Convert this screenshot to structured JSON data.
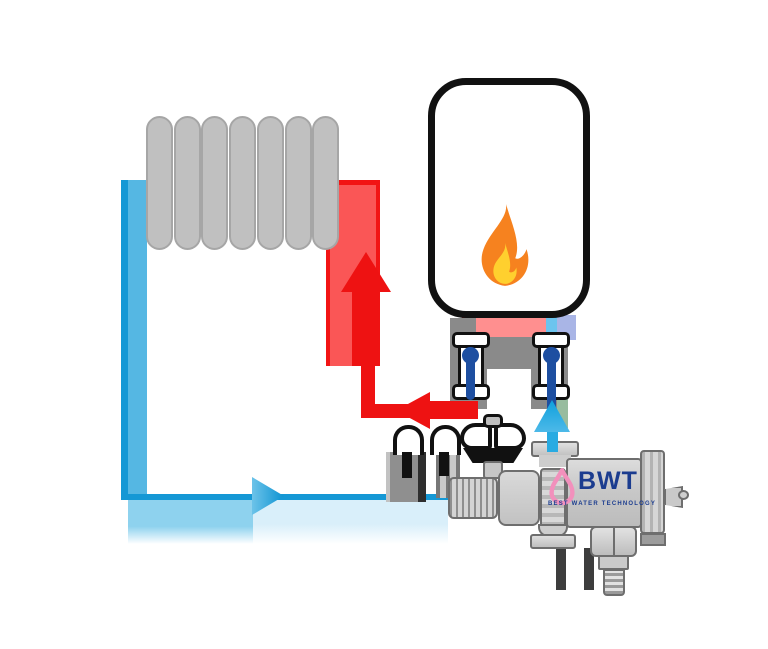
{
  "brand": {
    "name": "BWT",
    "tagline": "BEST WATER TECHNOLOGY"
  },
  "radiator": {
    "segment_count": 7
  },
  "components": {
    "boiler": "gas-boiler",
    "flame": "flame-icon",
    "radiator": "radiator-coil",
    "filter": "bwt-magnetic-filter",
    "supply_pipe": "hot-supply-pipe-red",
    "return_pipe": "cold-return-pipe-blue",
    "left_valve": "boiler-supply-isolation-valve",
    "right_valve": "boiler-return-isolation-valve",
    "butterfly_valve": "filter-inlet-butterfly-valve",
    "drain": "filter-drain-valve",
    "vent": "filter-air-vent"
  },
  "colors": {
    "hot-red": "#EE1212",
    "hot-red-light": "#FA5656",
    "hot-red-edge": "#F21414",
    "cold-blue-dark": "#1598D5",
    "cold-blue": "#55B7E3",
    "cold-blue-light": "#8ED2EE",
    "cold-blue-faint": "#D9EFFA",
    "arrow-cyan": "#29ABE2",
    "lever-navy": "#1E4FA1",
    "radiator-gray": "#C0C0C0",
    "radiator-gray-edge": "#A6A6A6",
    "metal-gray": "#C9C9C9",
    "metal-gray-dark": "#8A8A8A",
    "metal-outline": "#6E6E6E",
    "salmon": "#FF8F8F",
    "sky-stub": "#6BC4EE",
    "lavender": "#A9B5E6",
    "sage": "#98BC9F",
    "flame-orange": "#F6821F",
    "flame-yellow": "#FFD02E",
    "brand-navy": "#1B3C8F",
    "brand-pink": "#F290BC",
    "ink": "#111111"
  }
}
